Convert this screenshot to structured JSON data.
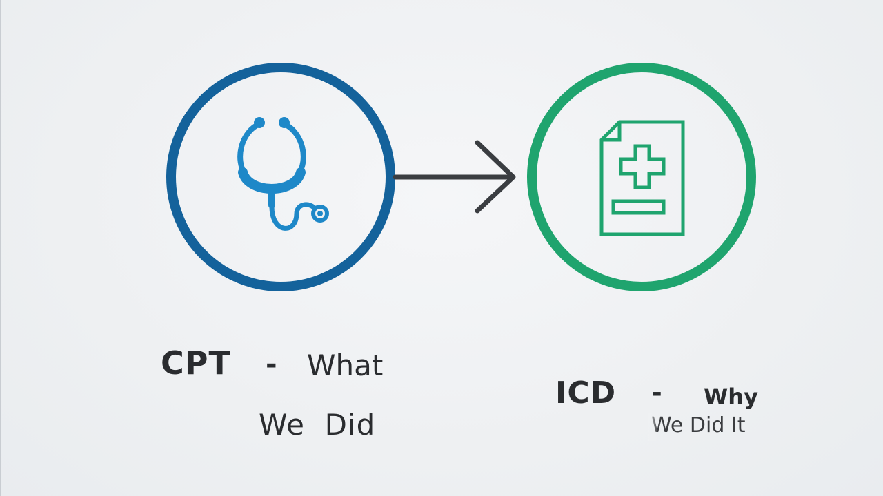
{
  "colors": {
    "cpt_accent": "#14629b",
    "cpt_icon": "#1e88c8",
    "icd_accent": "#1fa46e",
    "arrow": "#3a3d41",
    "text": "#2a2c2f"
  },
  "cpt": {
    "icon": "stethoscope-icon",
    "code": "CPT",
    "dash": "-",
    "line1": "What",
    "line2": "We  Did"
  },
  "icd": {
    "icon": "medical-document-icon",
    "code": "ICD",
    "dash": "-",
    "line1": "Why",
    "line2": "We Did It"
  },
  "connector": {
    "icon": "arrow-right-icon"
  }
}
